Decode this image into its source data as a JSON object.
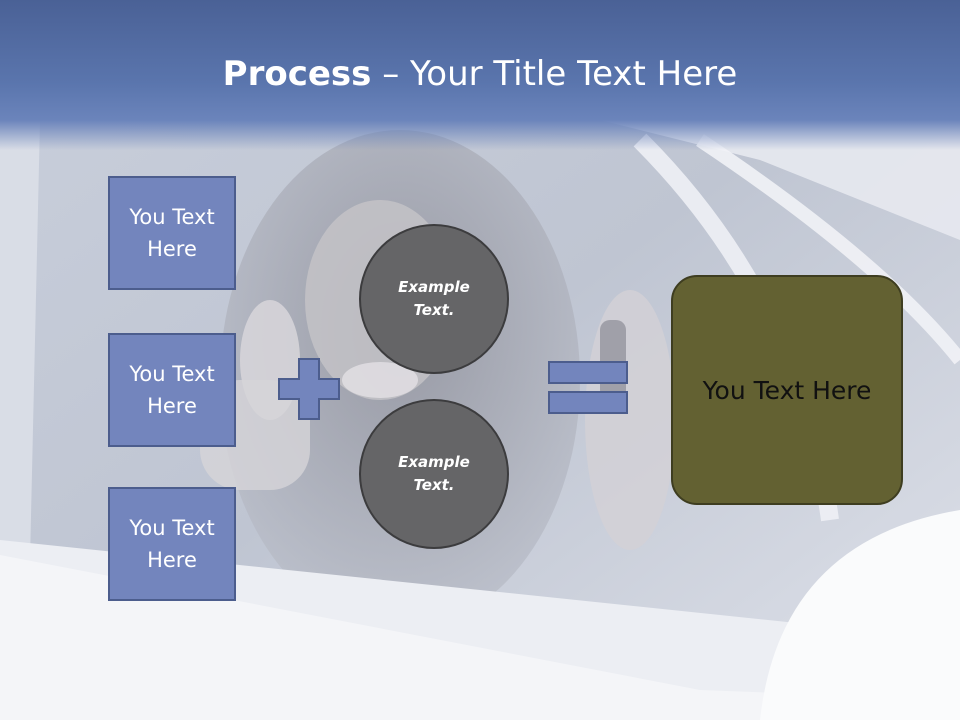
{
  "slide": {
    "title_bold": "Process",
    "title_dash": " – ",
    "title_rest": "Your Title Text Here"
  },
  "inputs": [
    {
      "label": "You Text Here"
    },
    {
      "label": "You Text Here"
    },
    {
      "label": "You Text Here"
    }
  ],
  "circles": [
    {
      "label": "Example Text."
    },
    {
      "label": "Example Text."
    }
  ],
  "operators": {
    "plus": "plus-icon",
    "equals": "equals-icon"
  },
  "result": {
    "label": "You Text Here"
  },
  "colors": {
    "header": "#5a75ad",
    "input_box": "#7385bd",
    "circle": "#656567",
    "result_box": "#636132"
  }
}
